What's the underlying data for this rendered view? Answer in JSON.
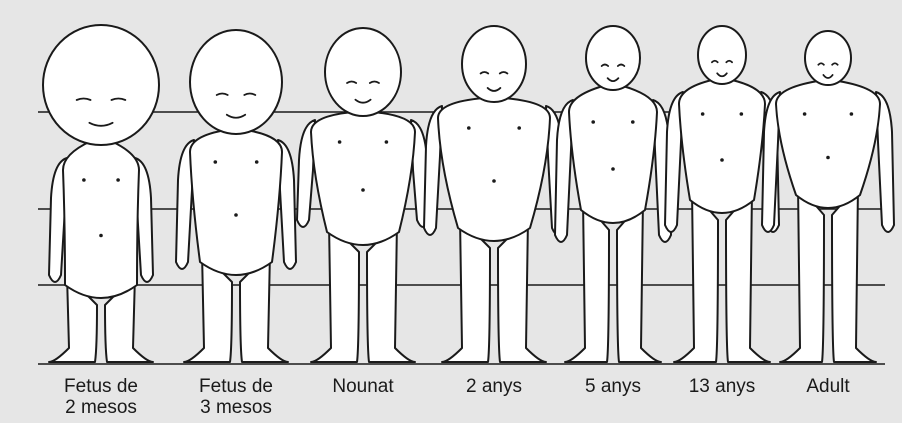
{
  "figure": {
    "background": "#e6e6e6",
    "line_color": "#1a1a1a",
    "body_fill": "#ffffff",
    "stages": [
      {
        "label_lines": [
          "Fetus de",
          "2 mesos"
        ]
      },
      {
        "label_lines": [
          "Fetus de",
          "3 mesos"
        ]
      },
      {
        "label_lines": [
          "Nounat"
        ]
      },
      {
        "label_lines": [
          "2 anys"
        ]
      },
      {
        "label_lines": [
          "5 anys"
        ]
      },
      {
        "label_lines": [
          "13 anys"
        ]
      },
      {
        "label_lines": [
          "Adult"
        ]
      }
    ]
  }
}
